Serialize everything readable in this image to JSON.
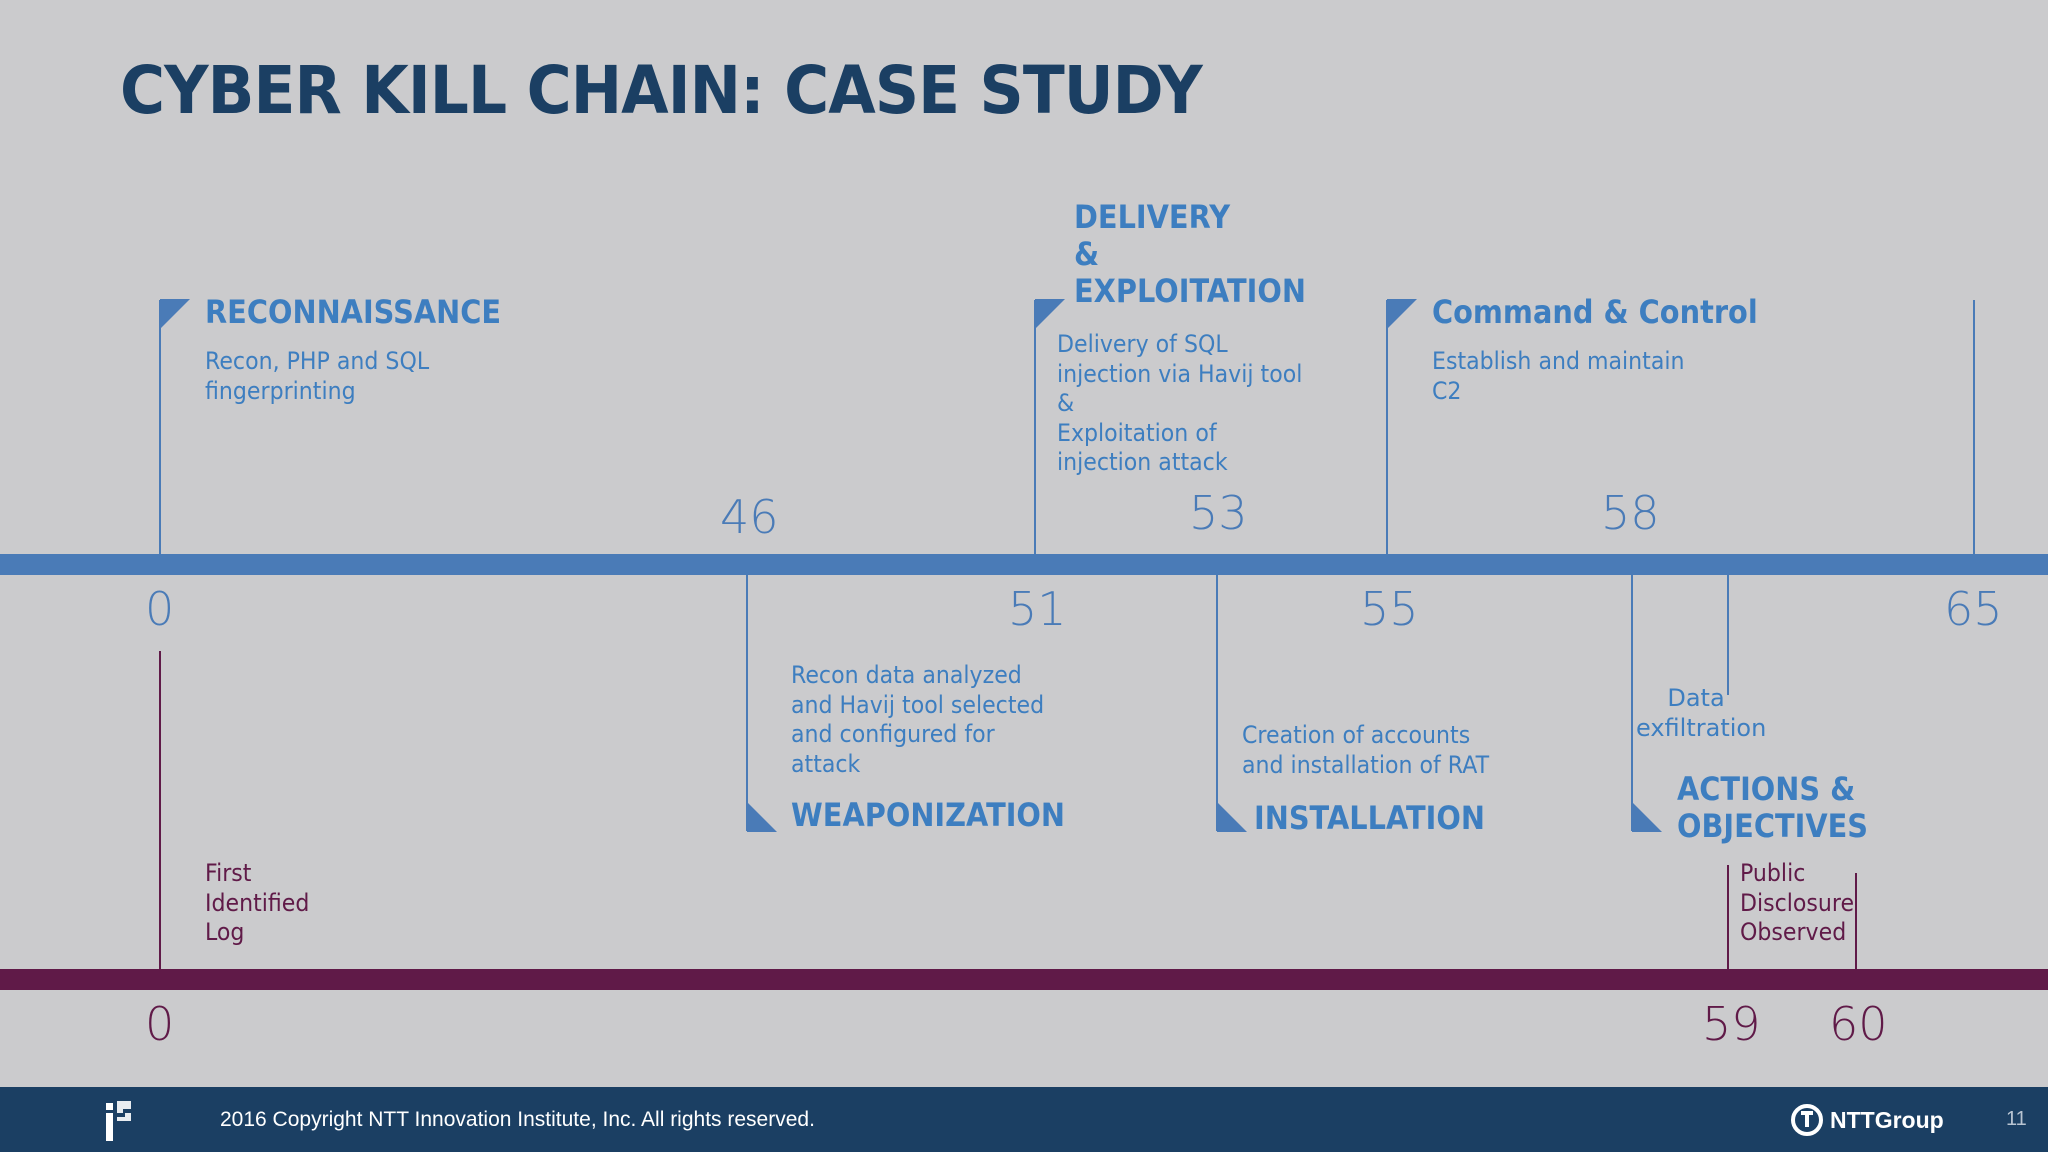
{
  "title": "CYBER KILL CHAIN: CASE STUDY",
  "stages": {
    "reconnaissance": {
      "title": "RECONNAISSANCE",
      "desc": "Recon, PHP and SQL fingerprinting"
    },
    "delivery": {
      "title_lines": [
        "DELIVERY",
        "&",
        "EXPLOITATION"
      ],
      "desc_lines": [
        "Delivery of SQL",
        "injection via Havij tool",
        "&",
        "Exploitation of",
        "injection attack"
      ]
    },
    "command_control": {
      "title": "Command & Control",
      "desc_lines": [
        "Establish and maintain",
        "C2"
      ]
    },
    "weaponization": {
      "title": "WEAPONIZATION",
      "desc_lines": [
        "Recon data analyzed",
        "and Havij tool selected",
        "and configured for",
        "attack"
      ]
    },
    "installation": {
      "title": "INSTALLATION",
      "desc_lines": [
        "Creation of accounts",
        "and installation of RAT"
      ]
    },
    "actions": {
      "title_lines": [
        "ACTIONS &",
        "OBJECTIVES"
      ],
      "exfil_lines": [
        "Data",
        "exfiltration"
      ]
    }
  },
  "attack_timeline": {
    "above": [
      "46",
      "53",
      "58"
    ],
    "below": [
      "0",
      "51",
      "55",
      "65"
    ]
  },
  "detection_timeline": {
    "labels": [
      "0",
      "59",
      "60"
    ],
    "first_log_lines": [
      "First",
      "Identified",
      "Log"
    ],
    "public_lines": [
      "Public",
      "Disclosure",
      "Observed"
    ]
  },
  "footer": {
    "copyright": "2016 Copyright NTT Innovation Institute, Inc. All rights reserved.",
    "brand": "NTTGroup",
    "page": "11"
  },
  "colors": {
    "blue": "#4a7bb7",
    "maroon": "#601a48",
    "navy": "#1b3f63",
    "background": "#cbcbcd"
  }
}
